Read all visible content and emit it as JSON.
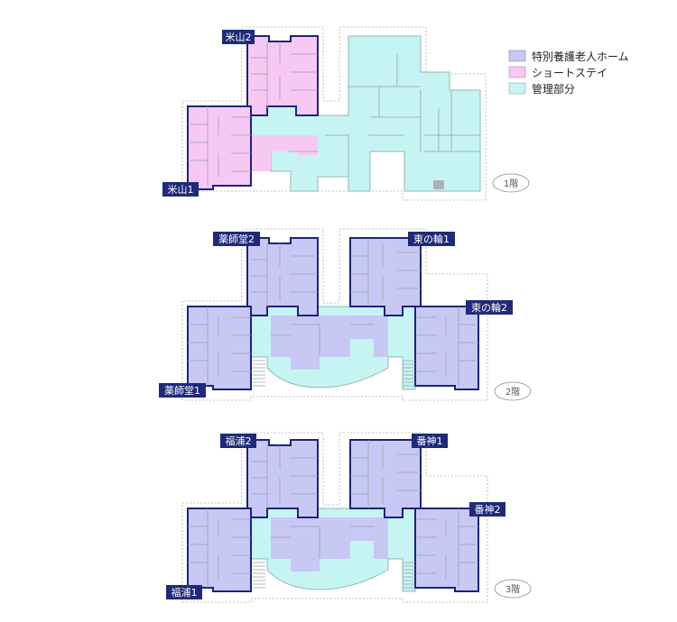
{
  "colors": {
    "special_nursing_home": "#c8c8f4",
    "short_stay": "#f8c8f4",
    "admin": "#c6f4f2",
    "tag_bg": "#1f2a78",
    "wall": "#1a237e"
  },
  "legend": [
    {
      "label": "特別養護老人ホーム",
      "color_key": "special_nursing_home"
    },
    {
      "label": "ショートステイ",
      "color_key": "short_stay"
    },
    {
      "label": "管理部分",
      "color_key": "admin"
    }
  ],
  "floors": {
    "f1": {
      "floor_label": "1階",
      "units": {
        "top_left": "米山2",
        "bottom_left": "米山1"
      }
    },
    "f2": {
      "floor_label": "2階",
      "units": {
        "top_left": "薬師堂2",
        "bottom_left": "薬師堂1",
        "top_right": "東の輪1",
        "bottom_right": "東の輪2"
      }
    },
    "f3": {
      "floor_label": "3階",
      "units": {
        "top_left": "福浦2",
        "bottom_left": "福浦1",
        "top_right": "番神1",
        "bottom_right": "番神2"
      }
    }
  }
}
